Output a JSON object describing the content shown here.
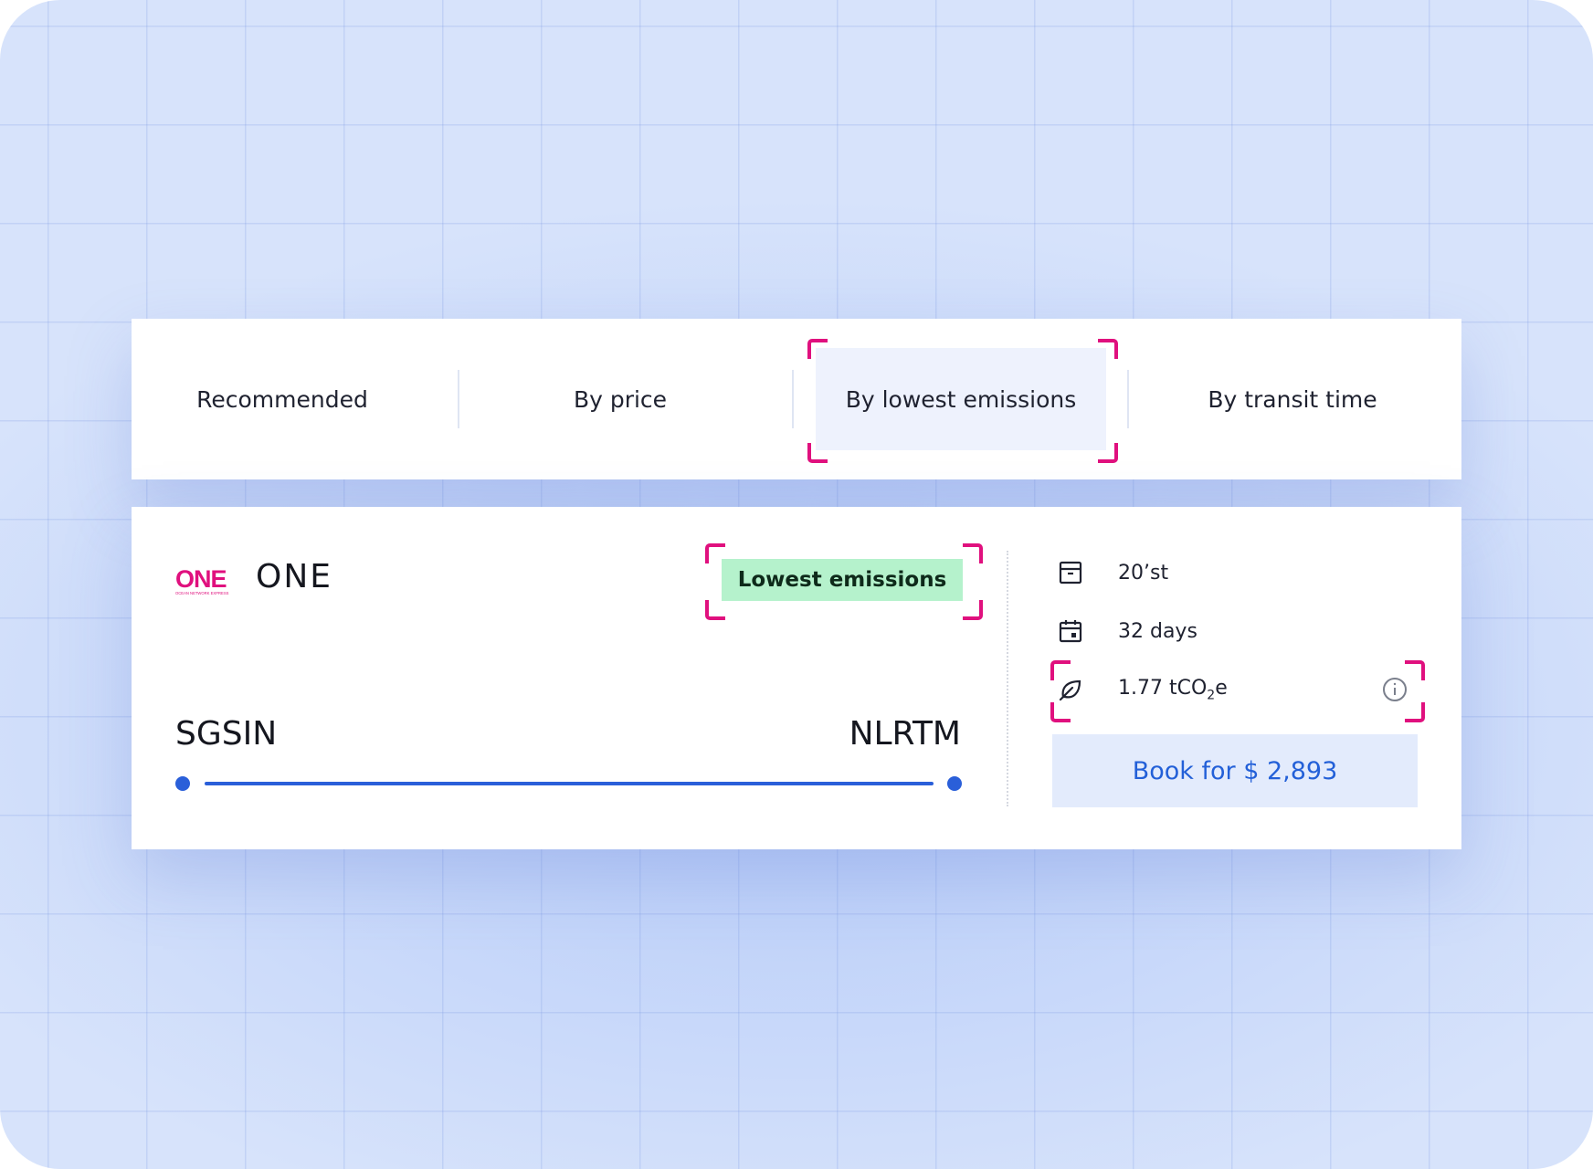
{
  "tabs": [
    {
      "label": "Recommended",
      "active": false
    },
    {
      "label": "By price",
      "active": false
    },
    {
      "label": "By lowest emissions",
      "active": true
    },
    {
      "label": "By transit time",
      "active": false
    }
  ],
  "result": {
    "carrier_logo_text": "ONE",
    "carrier_logo_subtext": "OCEAN NETWORK EXPRESS",
    "carrier_name": "ONE",
    "badge": "Lowest emissions",
    "origin": "SGSIN",
    "destination": "NLRTM",
    "details": {
      "container": "20’st",
      "transit": "32 days",
      "emissions_value": "1.77 tCO",
      "emissions_subscript": "2",
      "emissions_suffix": "e"
    },
    "book_label": "Book for $ 2,893"
  },
  "icons": {
    "container": "archive-box-icon",
    "transit": "calendar-icon",
    "emissions": "leaf-icon",
    "info": "info-icon"
  },
  "colors": {
    "background": "#d7e3fb",
    "accent_blue": "#2a5fd9",
    "highlight_magenta": "#e0107e",
    "badge_green": "#b5f2cc",
    "active_tab_bg": "#eef2fd",
    "button_bg": "#e3ebfc"
  }
}
